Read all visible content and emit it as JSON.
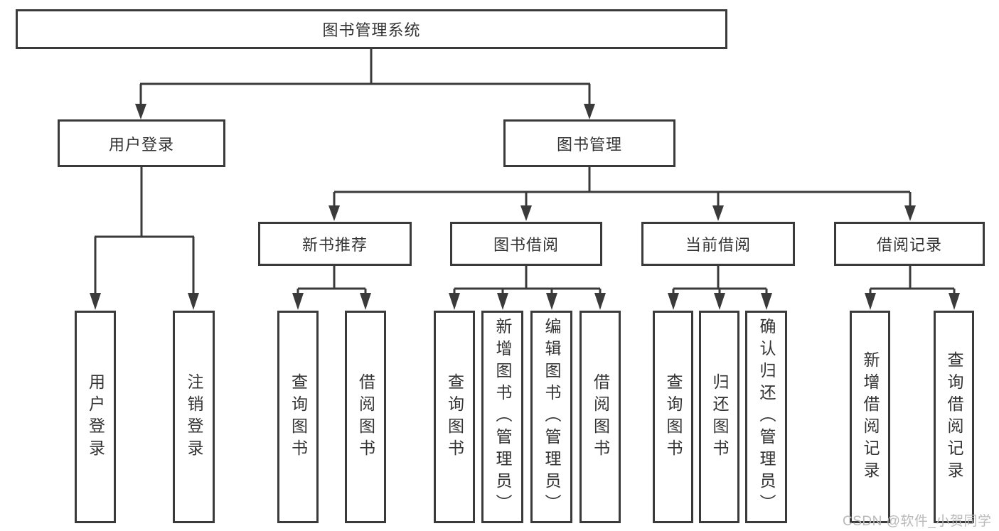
{
  "diagram": {
    "root": {
      "label": "图书管理系统"
    },
    "branches": [
      {
        "label": "用户登录",
        "leaves": [
          "用户登录",
          "注销登录"
        ]
      },
      {
        "label": "图书管理",
        "children": [
          {
            "label": "新书推荐",
            "leaves": [
              "查询图书",
              "借阅图书"
            ]
          },
          {
            "label": "图书借阅",
            "leaves": [
              "查询图书",
              "新增图书（管理员）",
              "编辑图书（管理员）",
              "借阅图书"
            ]
          },
          {
            "label": "当前借阅",
            "leaves": [
              "查询图书",
              "归还图书",
              "确认归还（管理员）"
            ]
          },
          {
            "label": "借阅记录",
            "leaves": [
              "新增借阅记录",
              "查询借阅记录"
            ]
          }
        ]
      }
    ]
  },
  "watermark": "CSDN @软件_小贺同学",
  "colors": {
    "line": "#3a3a3a",
    "text": "#333333",
    "box_fill": "#ffffff",
    "watermark": "#b9b9b9",
    "background": "#ffffff"
  }
}
